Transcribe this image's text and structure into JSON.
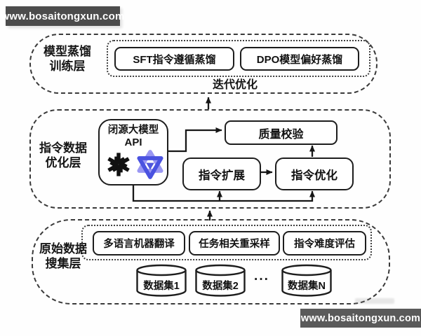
{
  "watermarks": {
    "top_left": "www.bosaitongxun.com",
    "bottom_right": "www.bosaitongxun.com"
  },
  "layers": {
    "training": {
      "label_line1": "模型蒸馏",
      "label_line2": "训练层",
      "box_sft": "SFT指令遵循蒸馏",
      "box_dpo": "DPO模型偏好蒸馏",
      "annotation": "迭代优化"
    },
    "optimization": {
      "label_line1": "指令数据",
      "label_line2": "优化层",
      "api_line1": "闭源大模型",
      "api_line2": "API",
      "icons": [
        "openai-logo",
        "tongyi-qianwen-logo"
      ],
      "box_quality": "质量校验",
      "box_expand": "指令扩展",
      "box_optimize": "指令优化"
    },
    "collection": {
      "label_line1": "原始数据",
      "label_line2": "搜集层",
      "box_translate": "多语言机器翻译",
      "box_resample": "任务相关重采样",
      "box_difficulty": "指令难度评估",
      "dataset1": "数据集1",
      "dataset2": "数据集2",
      "ellipsis": "···",
      "datasetN": "数据集N"
    }
  },
  "colors": {
    "line": "#1d1d1d",
    "dash_border": "#3a3a3a",
    "watermark_bg_top": "#4c4c4c",
    "watermark_bg_bottom": "#5a5a5a",
    "qwen_light": "#9a97f3",
    "qwen_dark": "#4a52e0",
    "qwen_mid": "#5056dd"
  }
}
